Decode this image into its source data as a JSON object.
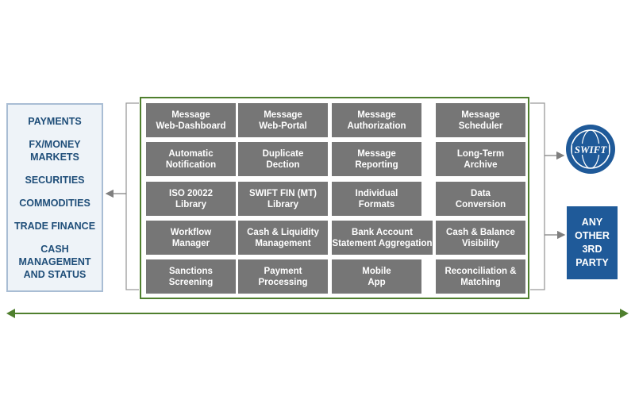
{
  "left_panel": {
    "items": [
      "PAYMENTS",
      "FX/MONEY\nMARKETS",
      "SECURITIES",
      "COMMODITIES",
      "TRADE FINANCE",
      "CASH\nMANAGEMENT\nAND STATUS"
    ]
  },
  "grid": {
    "rows": [
      [
        "Message\nWeb-Dashboard",
        "Message\nWeb-Portal",
        "Message\nAuthorization",
        "Message\nScheduler"
      ],
      [
        "Automatic\nNotification",
        "Duplicate\nDection",
        "Message\nReporting",
        "Long-Term\nArchive"
      ],
      [
        "ISO 20022\nLibrary",
        "SWIFT FIN (MT)\nLibrary",
        "Individual\nFormats",
        "Data\nConversion"
      ],
      [
        "Workflow\nManager",
        "Cash & Liquidity\nManagement",
        "Bank Account\nStatement Aggregation",
        "Cash & Balance\nVisibility"
      ],
      [
        "Sanctions\nScreening",
        "Payment\nProcessing",
        "Mobile\nApp",
        "Reconciliation &\nMatching"
      ]
    ]
  },
  "right": {
    "swift_logo_text": "SWIFT",
    "other_party": "ANY\nOTHER\n3RD\nPARTY"
  },
  "colors": {
    "navy": "#1f4e79",
    "swift_blue": "#1f5a99",
    "green": "#4f7f2e",
    "cell_gray": "#767676",
    "connector": "#7f7f7f"
  }
}
